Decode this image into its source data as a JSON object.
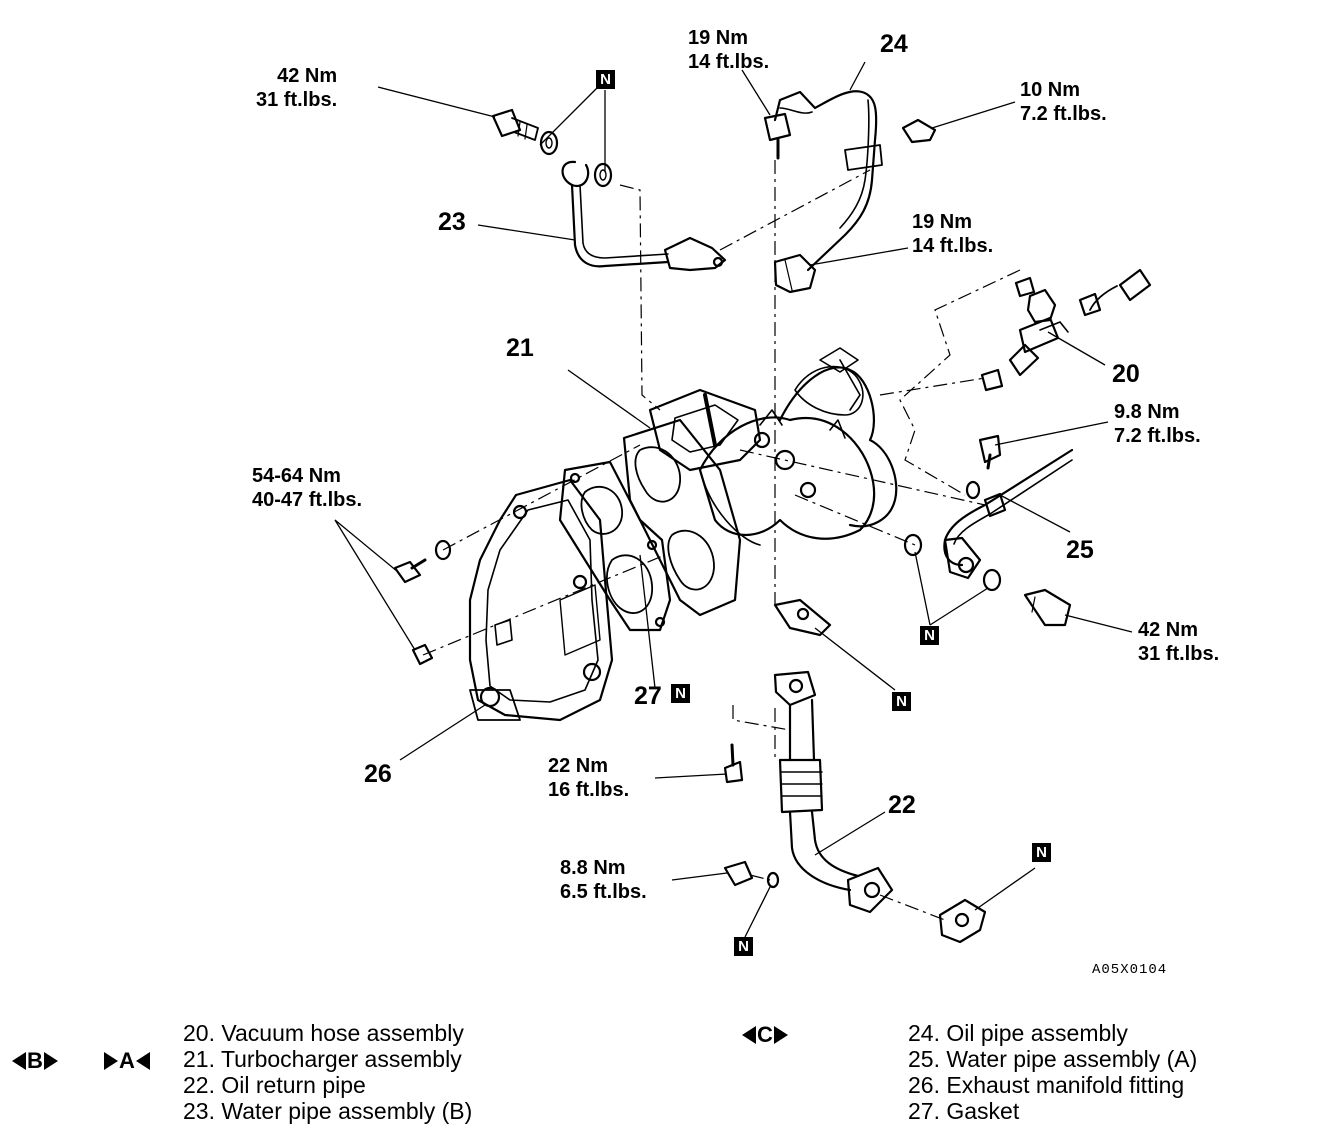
{
  "drawing_code": "A05X0104",
  "new_part_mark": "N",
  "callouts": {
    "n20": "20",
    "n21": "21",
    "n22": "22",
    "n23": "23",
    "n24": "24",
    "n25": "25",
    "n26": "26",
    "n27": "27"
  },
  "torques": {
    "t42a_nm": "42 Nm",
    "t42a_ft": "31 ft.lbs.",
    "t19a_nm": "19 Nm",
    "t19a_ft": "14 ft.lbs.",
    "t10_nm": "10 Nm",
    "t10_ft": "7.2 ft.lbs.",
    "t19b_nm": "19 Nm",
    "t19b_ft": "14 ft.lbs.",
    "t54_nm": "54-64 Nm",
    "t54_ft": "40-47 ft.lbs.",
    "t98_nm": "9.8 Nm",
    "t98_ft": "7.2 ft.lbs.",
    "t42b_nm": "42 Nm",
    "t42b_ft": "31 ft.lbs.",
    "t22_nm": "22 Nm",
    "t22_ft": "16 ft.lbs.",
    "t88_nm": "8.8 Nm",
    "t88_ft": "6.5 ft.lbs."
  },
  "legend": {
    "left": [
      "20. Vacuum hose assembly",
      "21. Turbocharger assembly",
      "22. Oil return pipe",
      "23. Water pipe assembly (B)"
    ],
    "right": [
      "24. Oil pipe assembly",
      "25. Water pipe assembly (A)",
      "26. Exhaust manifold fitting",
      "27. Gasket"
    ]
  },
  "step_tags": {
    "b": "B",
    "a": "A",
    "c": "C"
  }
}
